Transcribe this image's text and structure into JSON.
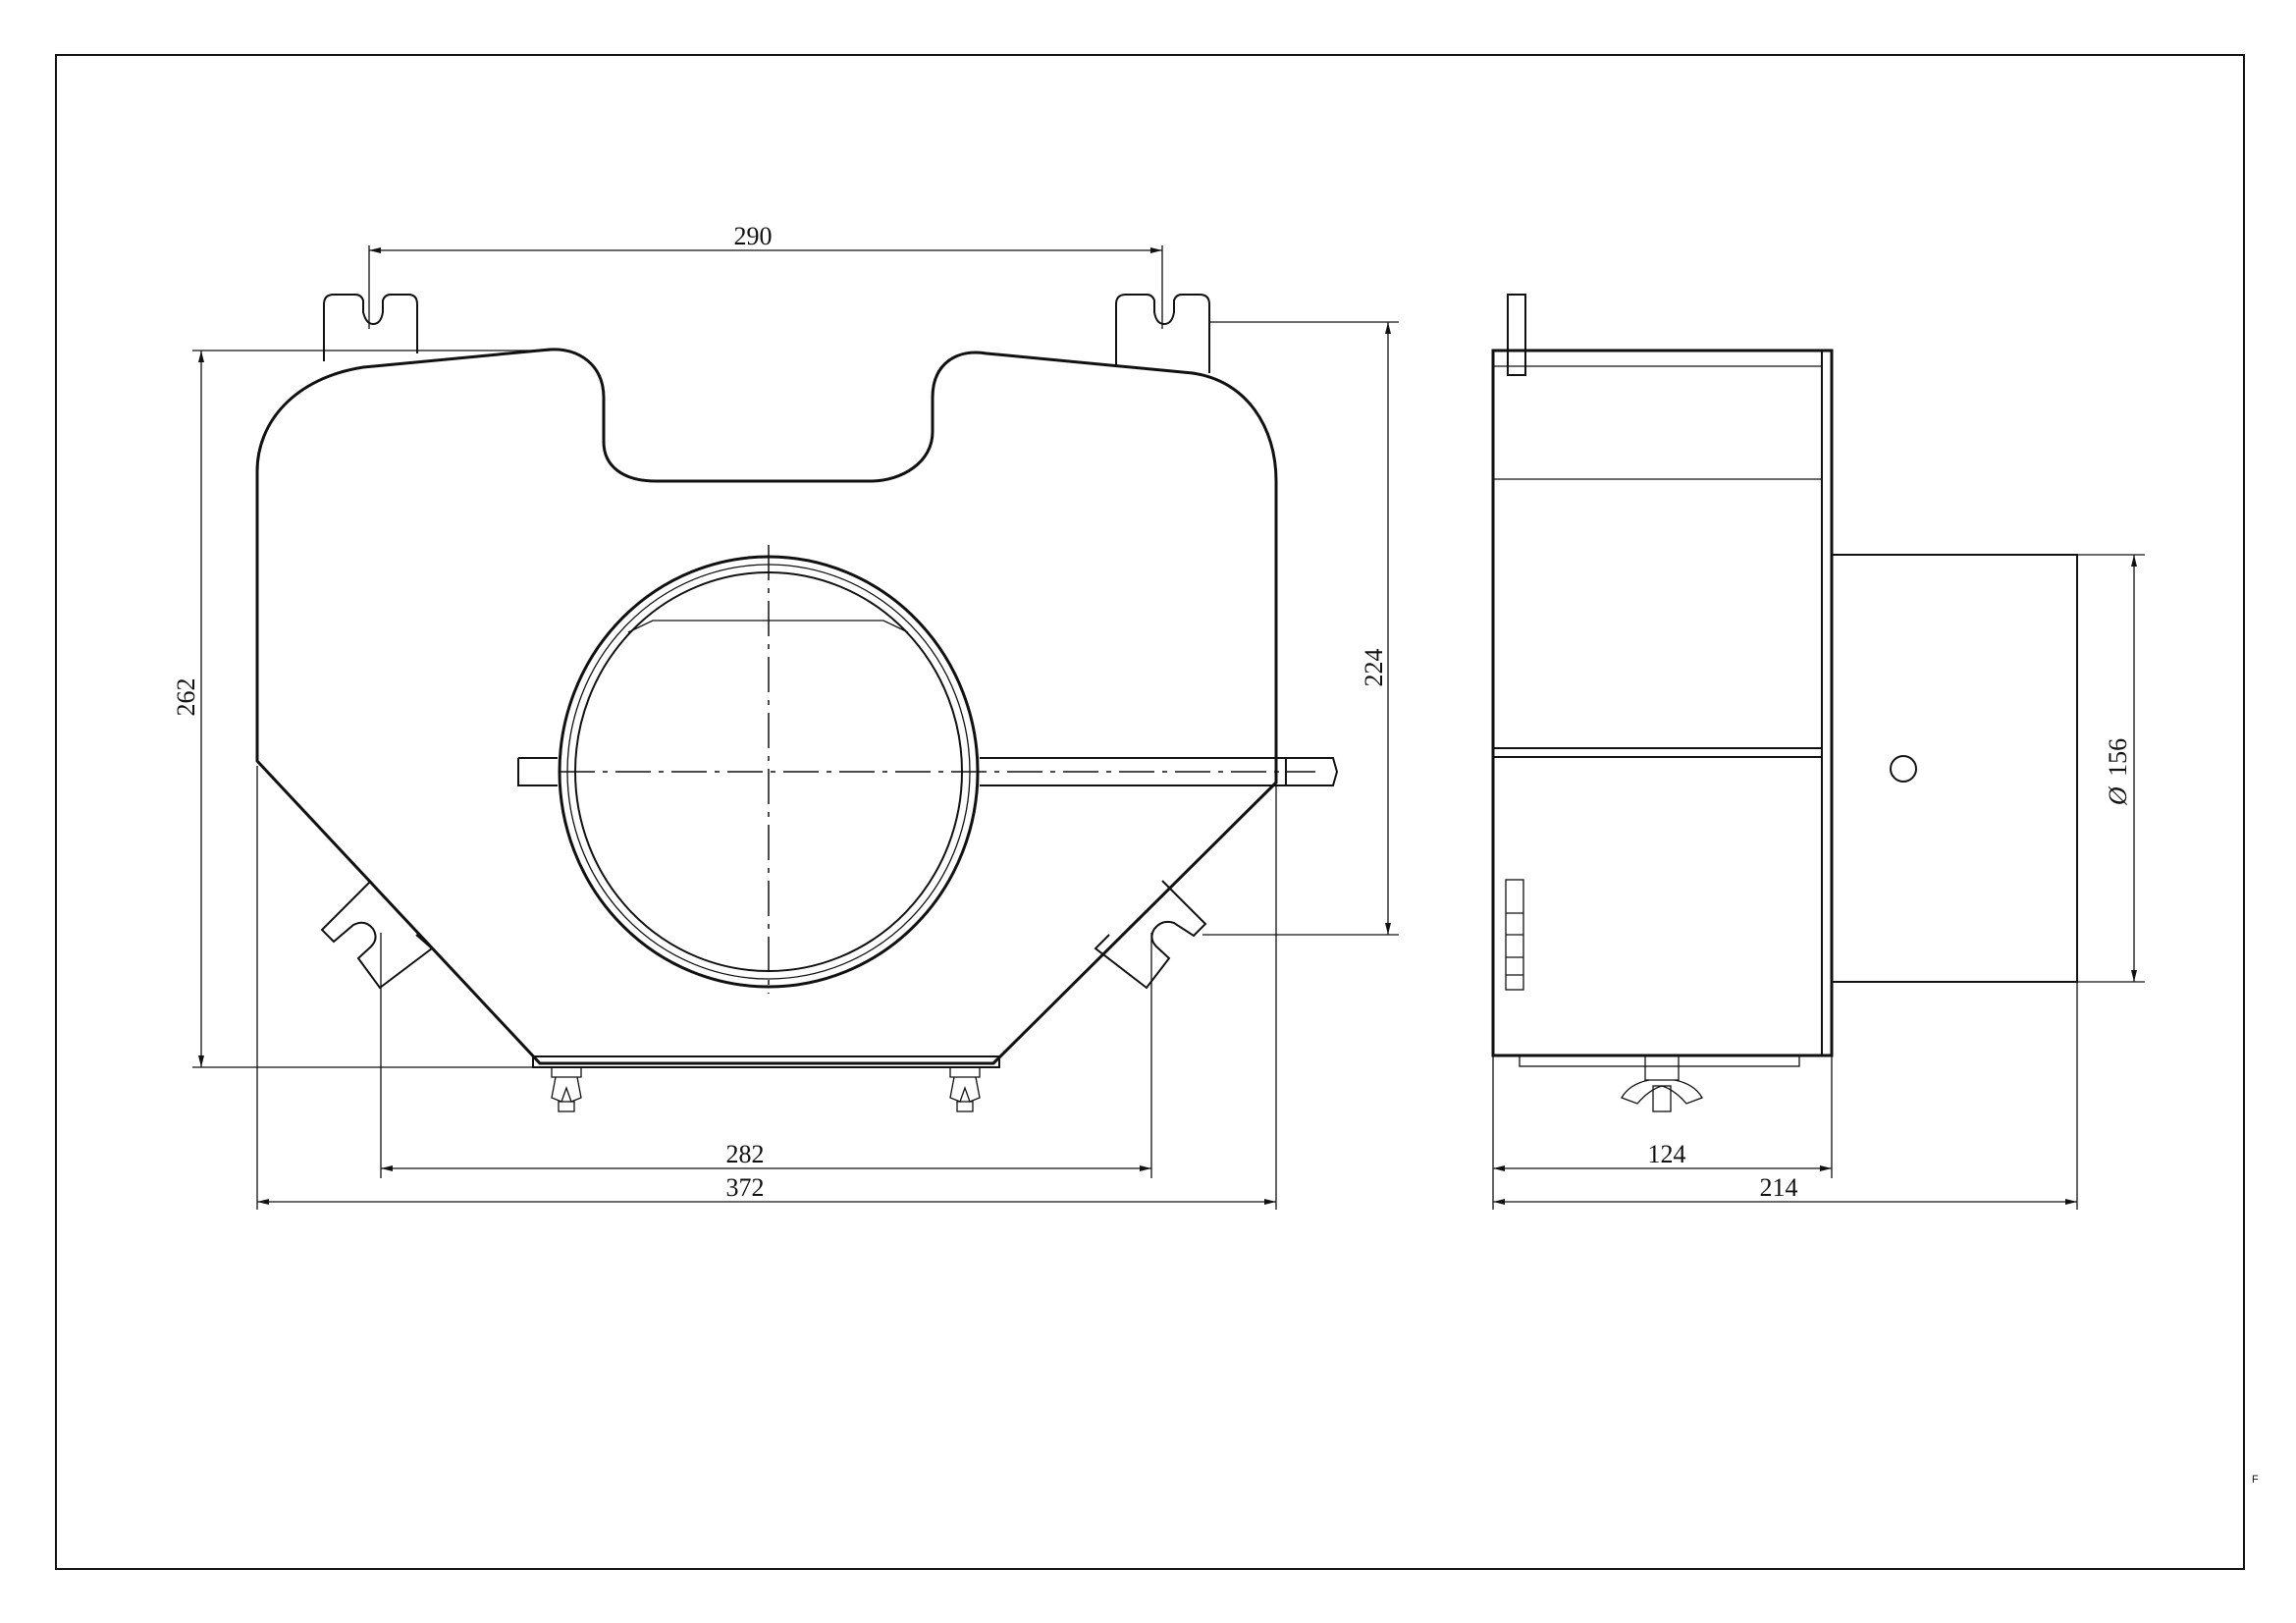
{
  "dimensions": {
    "hook_spacing": "290",
    "height_overall": "262",
    "hook_to_bracket": "224",
    "bracket_spacing": "282",
    "width_overall": "372",
    "depth_body": "124",
    "depth_overall": "214",
    "pipe_diameter": "156",
    "diameter_symbol": "Ø"
  },
  "corner_mark": "F"
}
